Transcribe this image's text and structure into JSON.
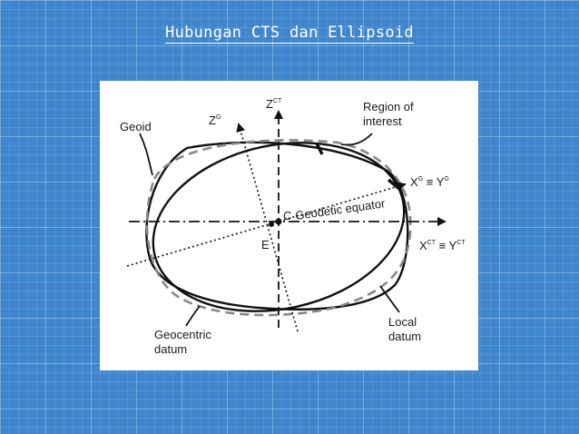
{
  "slide": {
    "title": "Hubungan CTS dan Ellipsoid"
  },
  "diagram": {
    "labels": {
      "geoid": "Geoid",
      "region_line1": "Region of",
      "region_line2": "interest",
      "geocentric_line1": "Geocentric",
      "geocentric_line2": "datum",
      "local_line1": "Local",
      "local_line2": "datum",
      "center_c": "C",
      "center_e": "E",
      "geodetic_equator": "Geodetic equator",
      "z_ct_base": "Z",
      "z_ct_sup": "CT",
      "z_g_base": "Z",
      "z_g_sup": "G",
      "xg_base": "X",
      "xg_sup": "G",
      "equiv_1": " ≡ ",
      "yg_base": "Y",
      "yg_sup": "G",
      "xct_base": "X",
      "xct_sup": "CT",
      "equiv_2": " ≡ ",
      "yct_base": "Y",
      "yct_sup": "CT"
    }
  }
}
